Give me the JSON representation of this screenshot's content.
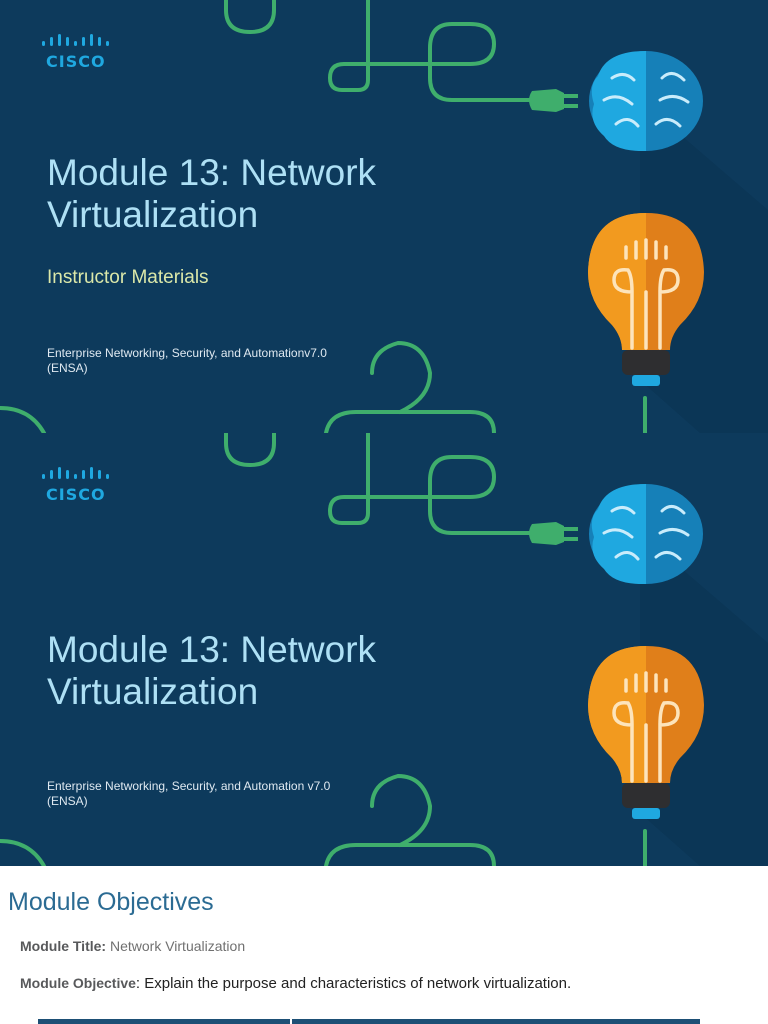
{
  "slide1": {
    "logo_text": "CISCO",
    "title_line1": "Module 13: Network",
    "title_line2": "Virtualization",
    "subtitle": "Instructor Materials",
    "course_line1": "Enterprise Networking, Security, and Automationv7.0",
    "course_line2": "(ENSA)"
  },
  "slide2": {
    "logo_text": "CISCO",
    "title_line1": "Module 13: Network",
    "title_line2": "Virtualization",
    "course_line1": "Enterprise Networking, Security, and Automation v7.0",
    "course_line2": "(ENSA)"
  },
  "objectives": {
    "heading": "Module Objectives",
    "module_title_label": "Module Title:",
    "module_title_value": "Network Virtualization",
    "module_objective_label": "Module Objective",
    "module_objective_value": ": Explain the purpose and characteristics of network virtualization."
  },
  "colors": {
    "slide_background": "#0d3a5c",
    "line_art": "#3fae6c",
    "brain_light": "#1fa8e0",
    "brain_dark": "#1680b8",
    "bulb_light": "#f29a1f",
    "bulb_dark": "#e07f1a",
    "heading_blue": "#2b6b93"
  },
  "icons": [
    "cisco-logo-icon",
    "brain-icon",
    "lightbulb-icon",
    "plug-icon"
  ]
}
